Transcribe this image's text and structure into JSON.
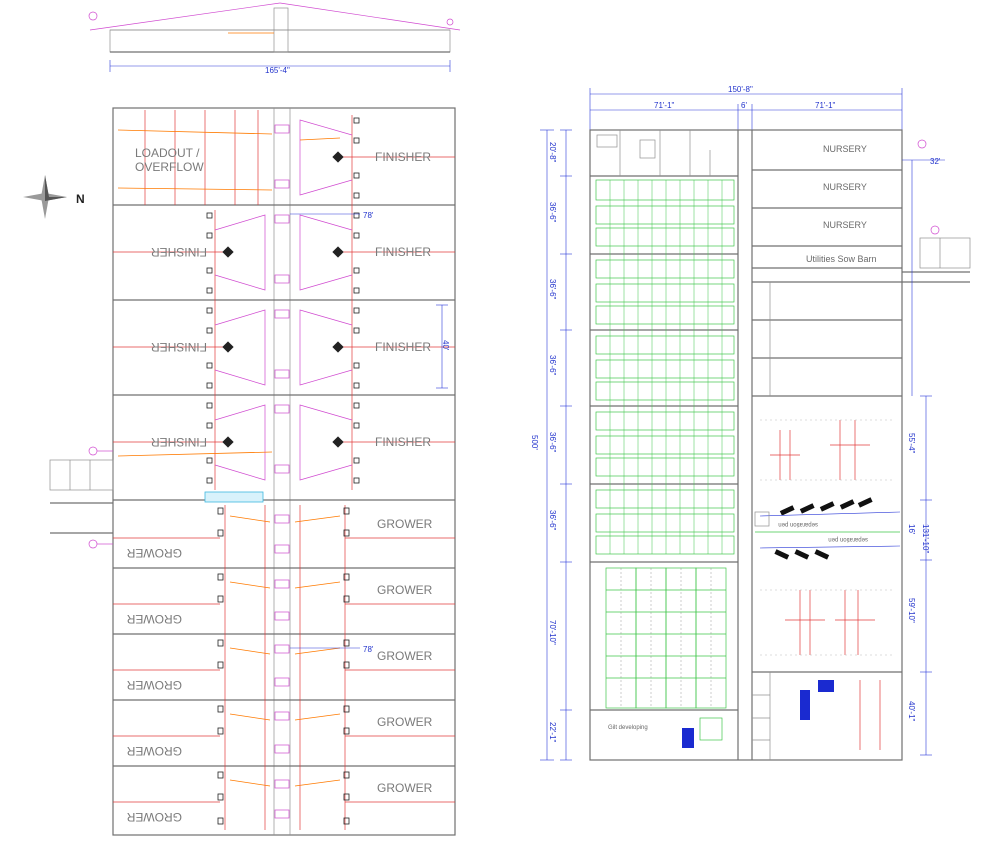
{
  "elevation": {
    "dimension_label": "165'-4\""
  },
  "left_plan": {
    "rooms": [
      {
        "label_line1": "LOADOUT /",
        "label_line2": "OVERFLOW"
      },
      {
        "label": "FINISHER"
      },
      {
        "label": "FINISHER"
      },
      {
        "label": "FINISHER"
      },
      {
        "label": "FINISHER"
      },
      {
        "label": "FINISHER"
      },
      {
        "label": "FINISHER"
      },
      {
        "label": "FINISHER"
      },
      {
        "label": "GROWER"
      },
      {
        "label": "GROWER"
      },
      {
        "label": "GROWER"
      },
      {
        "label": "GROWER"
      },
      {
        "label": "GROWER"
      },
      {
        "label": "GROWER"
      },
      {
        "label": "GROWER"
      },
      {
        "label": "GROWER"
      },
      {
        "label": "GROWER"
      },
      {
        "label": "GROWER"
      }
    ],
    "dim_78_a": "78'",
    "dim_78_b": "78'",
    "dim_40": "40'",
    "north_label": "N"
  },
  "right_plan": {
    "dim_total_width": "150'-8\"",
    "dim_left_half": "71'-1\"",
    "dim_center": "6'",
    "dim_right_half": "71'-1\"",
    "dim_overall_length": "500'",
    "left_dims": [
      "20'-8\"",
      "36'-6\"",
      "36'-6\"",
      "36'-6\"",
      "36'-6\"",
      "36'-6\"",
      "70'-10\"",
      "22'-1\""
    ],
    "right_dims": [
      "32'",
      "55'-4\"",
      "131'-10\"",
      "16'",
      "59'-10\"",
      "40'-1\""
    ],
    "rooms": {
      "nursery_1": "NURSERY",
      "nursery_2": "NURSERY",
      "nursery_3": "NURSERY",
      "utilities": "Utilities Sow Barn",
      "gilt_developing": "Gilt developing",
      "separation_pen_1": "separation pen",
      "separation_pen_2": "separation pen"
    }
  }
}
